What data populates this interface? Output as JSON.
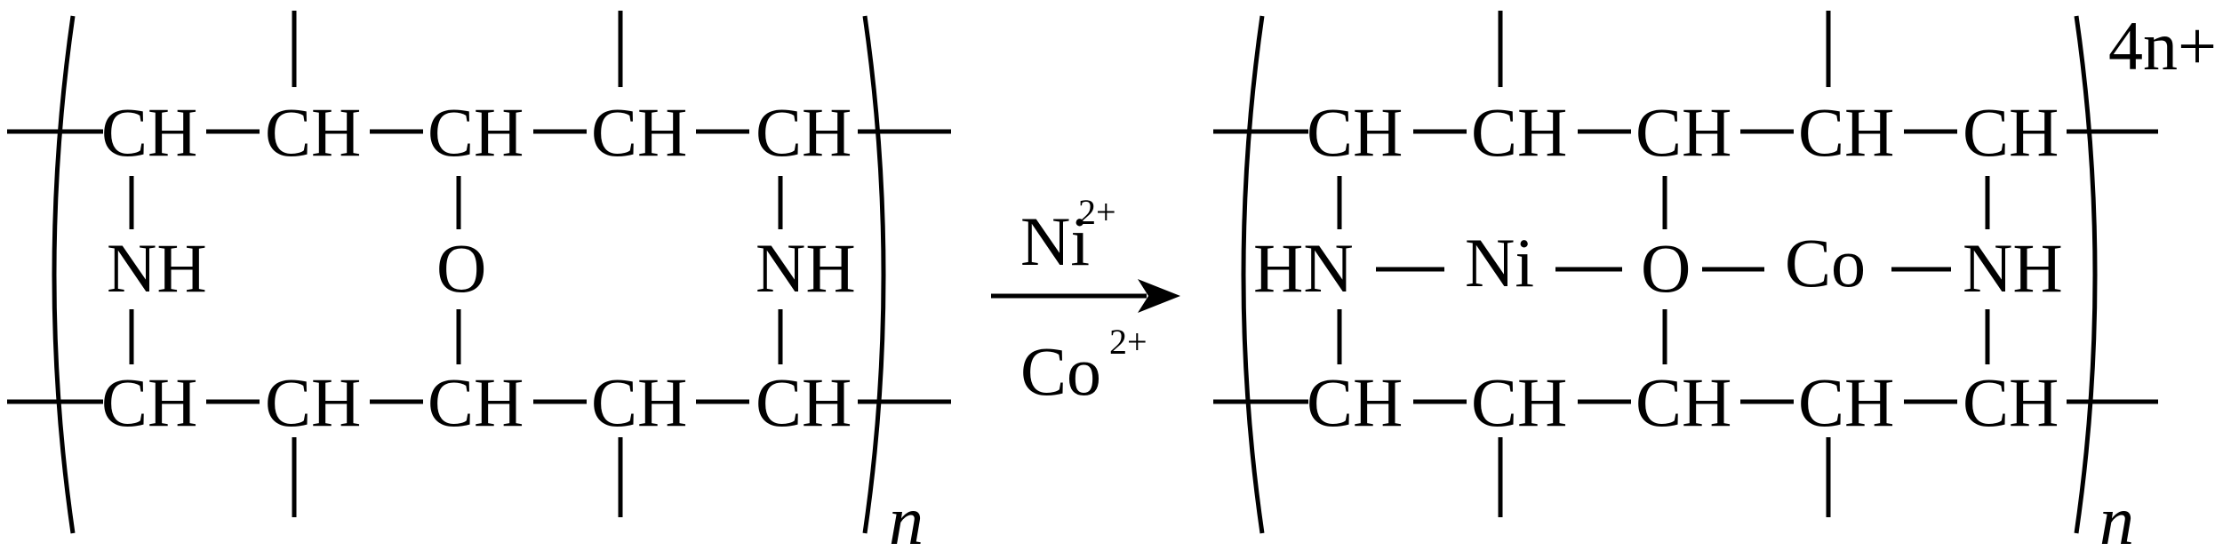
{
  "reactant": {
    "top_groups": [
      "CH",
      "CH",
      "CH",
      "CH",
      "CH"
    ],
    "middle_groups": [
      "NH",
      "O",
      "NH"
    ],
    "bottom_groups": [
      "CH",
      "CH",
      "CH",
      "CH",
      "CH"
    ],
    "repeat_subscript": "n"
  },
  "reaction": {
    "reagent_top": "Ni",
    "reagent_top_charge": "2+",
    "reagent_bottom": "Co",
    "reagent_bottom_charge": "2+"
  },
  "product": {
    "top_groups": [
      "CH",
      "CH",
      "CH",
      "CH",
      "CH"
    ],
    "middle_groups": [
      "HN",
      "Ni",
      "O",
      "Co",
      "NH"
    ],
    "bottom_groups": [
      "CH",
      "CH",
      "CH",
      "CH",
      "CH"
    ],
    "repeat_subscript": "n",
    "charge": "4n+"
  }
}
